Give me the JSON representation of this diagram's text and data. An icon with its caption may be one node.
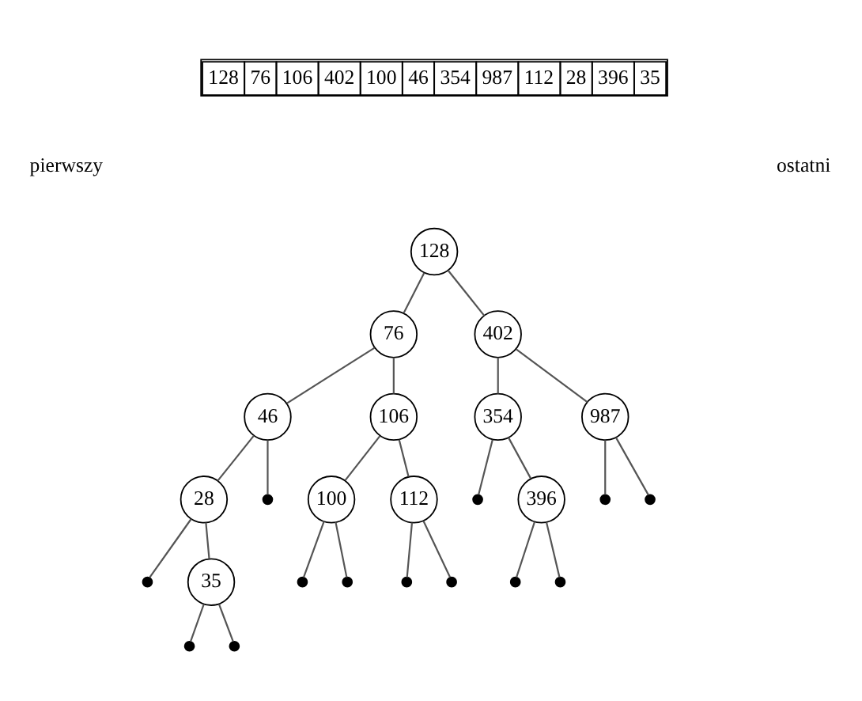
{
  "diagram": {
    "nodes": [
      {
        "text": [
          "128"
        ]
      },
      {
        "text": [
          "76"
        ]
      },
      {
        "text": [
          "402"
        ]
      },
      {
        "text": [
          "46"
        ]
      },
      {
        "text": [
          "106"
        ]
      },
      {
        "text": [
          "354"
        ]
      },
      {
        "text": [
          "987"
        ]
      },
      {
        "text": [],
        "shape": "dot"
      },
      {
        "text": [],
        "shape": "dot"
      },
      {
        "text": [],
        "shape": "dot"
      },
      {
        "text": [],
        "shape": "dot"
      },
      {
        "text": [
          "28"
        ]
      },
      {
        "text": [
          "100"
        ]
      },
      {
        "text": [
          "112"
        ]
      },
      {
        "text": [
          "396"
        ]
      },
      {
        "text": [],
        "shape": "dot"
      },
      {
        "text": [],
        "shape": "dot"
      },
      {
        "text": [],
        "shape": "dot"
      },
      {
        "text": [],
        "shape": "dot"
      },
      {
        "text": [],
        "shape": "dot"
      },
      {
        "text": [],
        "shape": "dot"
      },
      {
        "text": [],
        "shape": "dot"
      },
      {
        "text": [
          "35"
        ]
      },
      {
        "text": [],
        "shape": "dot"
      },
      {
        "text": [],
        "shape": "dot"
      }
    ],
    "edges": [
      {
        "from": 0,
        "to": 1,
        "arrow": "none"
      },
      {
        "from": 0,
        "to": 2,
        "arrow": "none"
      },
      {
        "from": 1,
        "to": 3,
        "arrow": "none"
      },
      {
        "from": 1,
        "to": 4,
        "arrow": "none"
      },
      {
        "from": 3,
        "to": 11,
        "arrow": "none"
      },
      {
        "from": 3,
        "to": 7,
        "arrow": "none"
      },
      {
        "from": 11,
        "to": 15,
        "arrow": "none"
      },
      {
        "from": 11,
        "to": 22,
        "arrow": "none"
      },
      {
        "from": 22,
        "to": 23,
        "arrow": "none"
      },
      {
        "from": 22,
        "to": 24,
        "arrow": "none"
      },
      {
        "from": 4,
        "to": 12,
        "arrow": "none"
      },
      {
        "from": 4,
        "to": 13,
        "arrow": "none"
      },
      {
        "from": 12,
        "to": 16,
        "arrow": "none"
      },
      {
        "from": 12,
        "to": 17,
        "arrow": "none"
      },
      {
        "from": 13,
        "to": 18,
        "arrow": "none"
      },
      {
        "from": 13,
        "to": 19,
        "arrow": "none"
      },
      {
        "from": 2,
        "to": 5,
        "arrow": "none"
      },
      {
        "from": 2,
        "to": 6,
        "arrow": "none"
      },
      {
        "from": 5,
        "to": 8,
        "arrow": "none"
      },
      {
        "from": 5,
        "to": 14,
        "arrow": "none"
      },
      {
        "from": 14,
        "to": 20,
        "arrow": "none"
      },
      {
        "from": 14,
        "to": 21,
        "arrow": "none"
      },
      {
        "from": 6,
        "to": 9,
        "arrow": "none"
      },
      {
        "from": 6,
        "to": 10,
        "arrow": "none"
      }
    ],
    "labels": [
      "128",
      "76",
      "106",
      "402",
      "100",
      "46",
      "354",
      "987",
      "112",
      "28",
      "396",
      "35",
      "pierwszy",
      "ostatni"
    ]
  }
}
